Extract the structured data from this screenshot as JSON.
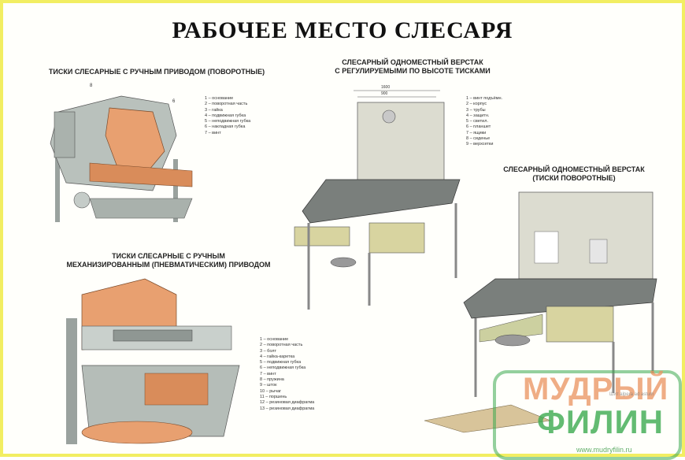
{
  "poster": {
    "title": "РАБОЧЕЕ МЕСТО СЛЕСАРЯ",
    "sections": {
      "manual_vise": {
        "caption": "ТИСКИ СЛЕСАРНЫЕ С РУЧНЫМ ПРИВОДОМ (ПОВОРОТНЫЕ)"
      },
      "pneumatic_vise": {
        "caption_line1": "ТИСКИ СЛЕСАРНЫЕ С РУЧНЫМ",
        "caption_line2": "МЕХАНИЗИРОВАННЫМ (ПНЕВМАТИЧЕСКИМ) ПРИВОДОМ"
      },
      "adjustable_bench": {
        "caption_line1": "СЛЕСАРНЫЙ ОДНОМЕСТНЫЙ ВЕРСТАК",
        "caption_line2": "С РЕГУЛИРУЕМЫМИ ПО ВЫСОТЕ ТИСКАМИ",
        "dims": [
          "1600",
          "900"
        ]
      },
      "swivel_bench": {
        "caption_line1": "СЛЕСАРНЫЙ ОДНОМЕСТНЫЙ ВЕРСТАК",
        "caption_line2": "(ТИСКИ ПОВОРОТНЫЕ)"
      }
    }
  },
  "watermark": {
    "word1": "МУДРЫЙ",
    "word2": "ФИЛИН",
    "slogan": "Шит alpera ad astum",
    "url": "www.mudryfilin.ru"
  },
  "colors": {
    "border": "#f2ee62",
    "copper": "#e8a070",
    "steel": "#b5bdb8",
    "panel": "#dcdcd0"
  }
}
